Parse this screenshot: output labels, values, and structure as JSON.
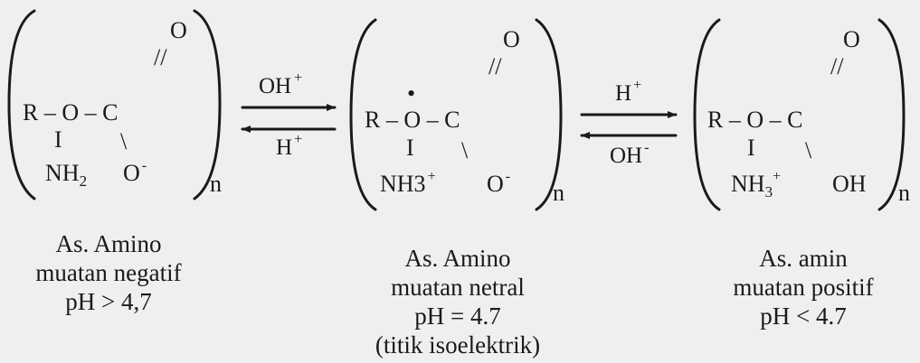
{
  "species": [
    {
      "o_top": "O",
      "double_bond": "//",
      "backbone": "R – O – C",
      "bond_down": "I",
      "bond_diag": "\\",
      "amine": "NH",
      "amine_sub": "2",
      "amine_sup": "",
      "oxy": "O",
      "oxy_sup": "-",
      "repeat": "n",
      "caption": [
        "As. Amino",
        "muatan negatif",
        "pH > 4,7"
      ]
    },
    {
      "o_top": "O",
      "double_bond": "//",
      "radical_dot": "•",
      "backbone": "R – O – C",
      "bond_down": "I",
      "bond_diag": "\\",
      "amine": "NH3",
      "amine_sub": "",
      "amine_sup": "+",
      "oxy": "O",
      "oxy_sup": "-",
      "repeat": "n",
      "caption": [
        "As. Amino",
        "muatan netral",
        "pH = 4.7",
        "(titik isoelektrik)"
      ]
    },
    {
      "o_top": "O",
      "double_bond": "//",
      "backbone": "R – O – C",
      "bond_down": "I",
      "bond_diag": "\\",
      "amine": "NH",
      "amine_sub": "3",
      "amine_sup": "+",
      "oxy": "OH",
      "oxy_sup": "",
      "repeat": "n",
      "caption": [
        "As. amin",
        "muatan positif",
        "pH < 4.7"
      ]
    }
  ],
  "equilibria": [
    {
      "forward_base": "OH",
      "forward_sup": "+",
      "reverse_base": "H",
      "reverse_sup": "+"
    },
    {
      "forward_base": "H",
      "forward_sup": "+",
      "reverse_base": "OH",
      "reverse_sup": "-"
    }
  ]
}
